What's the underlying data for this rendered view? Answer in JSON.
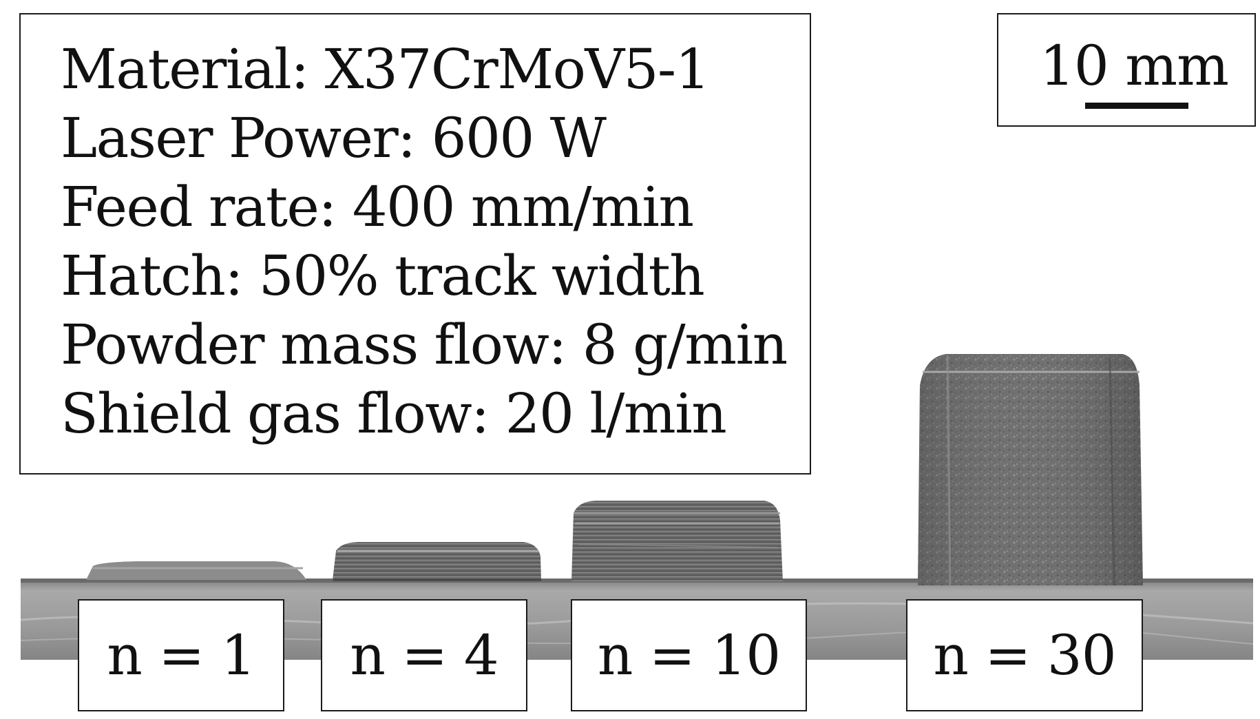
{
  "parameters": {
    "lines": [
      "Material: X37CrMoV5-1",
      "Laser Power: 600 W",
      "Feed rate: 400 mm/min",
      "Hatch: 50% track width",
      "Powder mass flow: 8 g/min",
      "Shield gas flow: 20 l/min"
    ]
  },
  "scale_bar": {
    "label": "10 mm"
  },
  "samples": [
    {
      "label": "n = 1"
    },
    {
      "label": "n = 4"
    },
    {
      "label": "n = 10"
    },
    {
      "label": "n = 30"
    }
  ],
  "colors": {
    "substrate": "#9c9c9c",
    "deposit_dark": "#5a5a5a",
    "deposit_mid": "#7a7a7a",
    "frame": "#1a1a1a"
  }
}
